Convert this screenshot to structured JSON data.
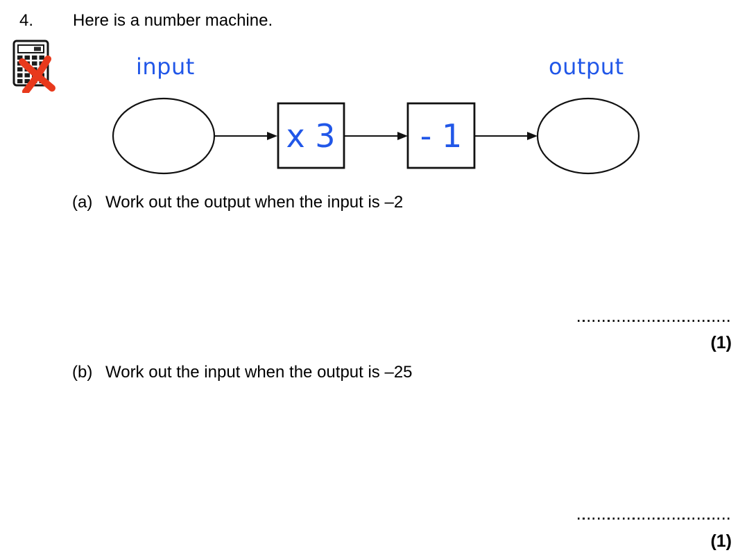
{
  "question": {
    "number": "4.",
    "intro": "Here is a number machine."
  },
  "machine": {
    "input_label": "input",
    "output_label": "output",
    "operations": [
      {
        "label": "x 3"
      },
      {
        "label": "- 1"
      }
    ]
  },
  "parts": {
    "a": {
      "label": "(a)",
      "text": "Work out the output when the input is –2",
      "marks": "(1)"
    },
    "b": {
      "label": "(b)",
      "text": "Work out the input when the output is –25",
      "marks": "(1)"
    }
  },
  "icons": {
    "no_calculator": "calculator-crossed-out"
  },
  "colors": {
    "accent_blue": "#2157e8",
    "cross_red": "#e8391c",
    "ink": "#000000",
    "paper": "#ffffff"
  }
}
